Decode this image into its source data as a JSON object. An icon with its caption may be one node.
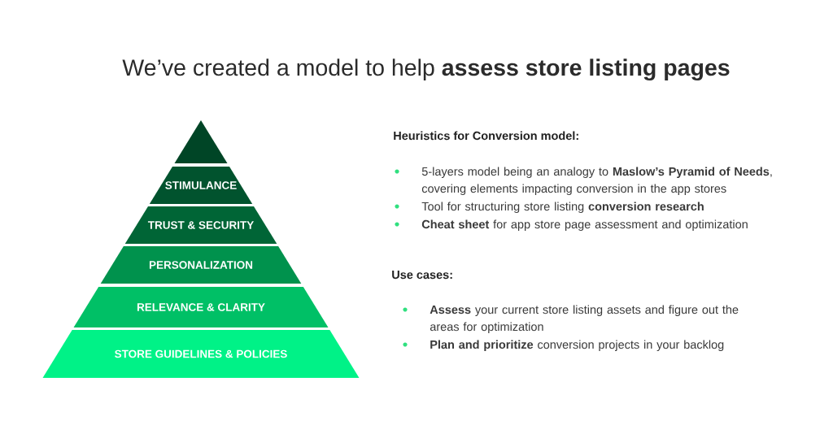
{
  "diagram": {
    "title": "We’ve created a model to help **assess store listing pages**",
    "nodes": [
      {
        "text": [],
        "shape": "triangle"
      },
      {
        "text": [
          "STIMULANCE"
        ]
      },
      {
        "text": [
          "TRUST & SECURITY"
        ]
      },
      {
        "text": [
          "PERSONALIZATION"
        ]
      },
      {
        "text": [
          "RELEVANCE & CLARITY"
        ]
      },
      {
        "text": [
          "STORE GUIDELINES & POLICIES"
        ]
      }
    ],
    "labels": [
      "Heuristics for Conversion model:",
      "5-layers model being an analogy to **Maslow’s Pyramid of Needs**, covering elements impacting conversion in the app stores",
      "Tool for structuring store listing **conversion research**",
      "**Cheat sheet** for app store page assessment and optimization",
      "Use cases:",
      "**Assess** your current store listing assets and figure out the areas for optimization",
      "**Plan and prioritize** conversion projects in your backlog"
    ]
  }
}
